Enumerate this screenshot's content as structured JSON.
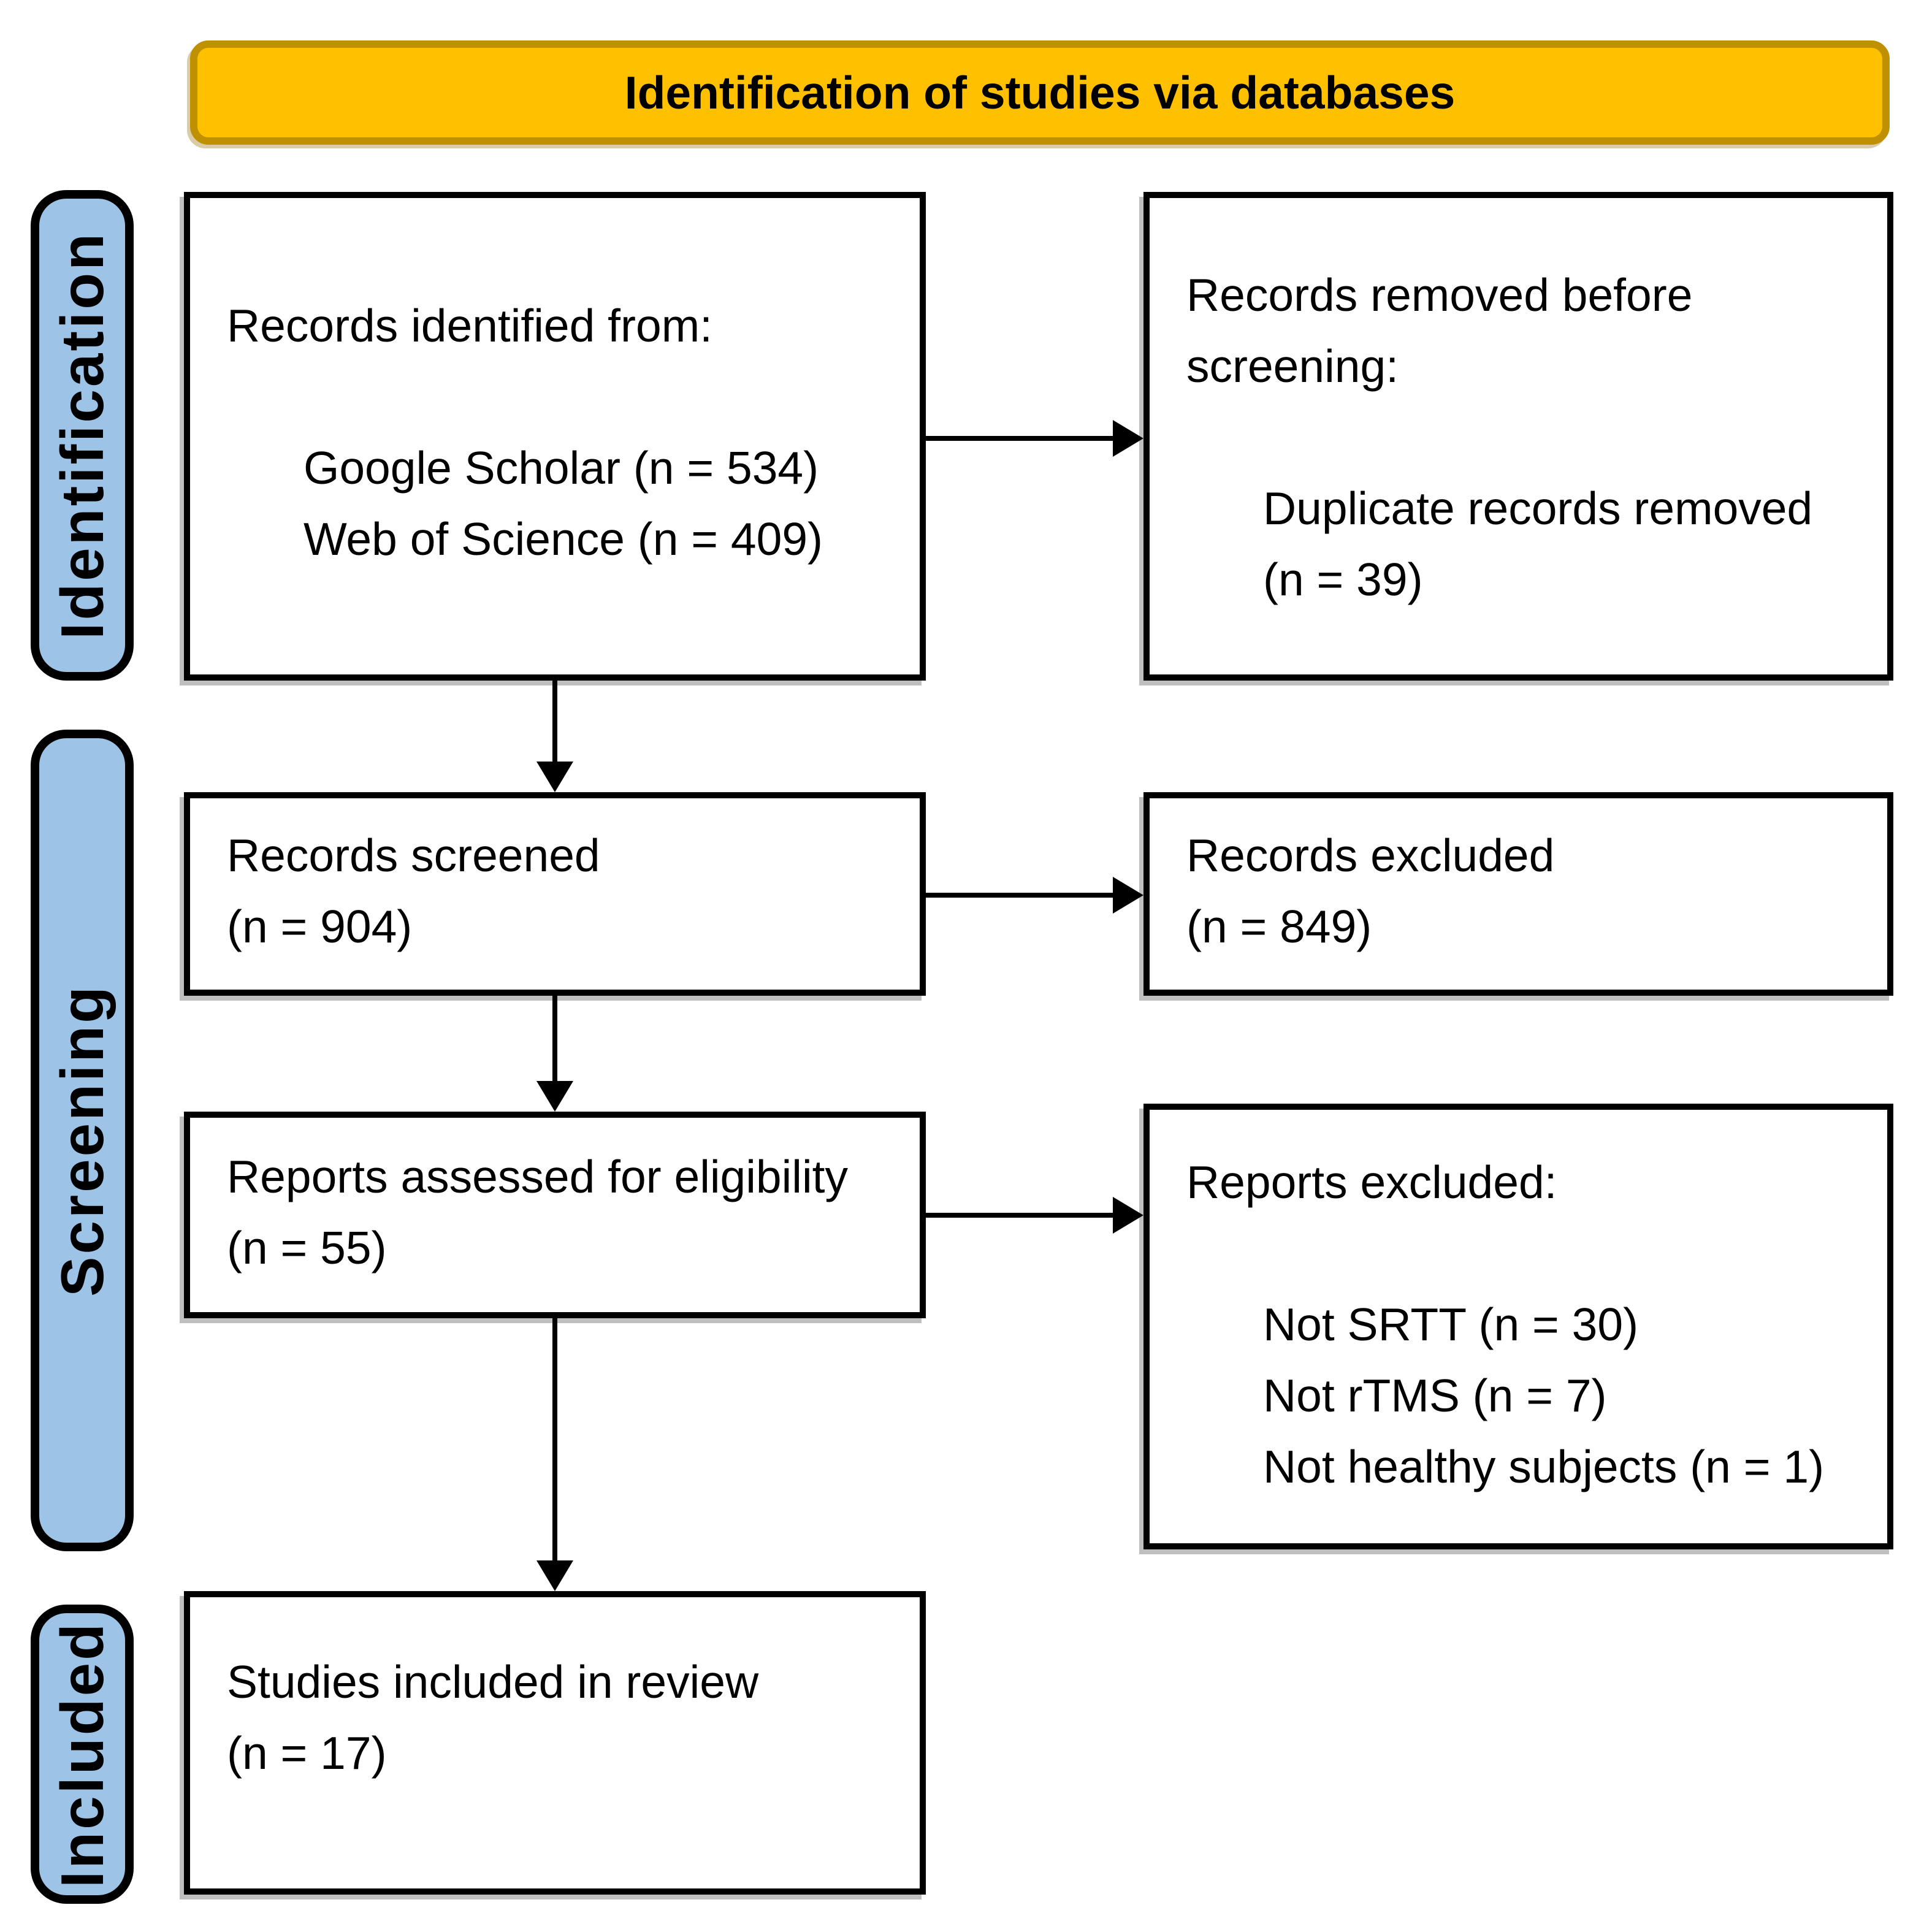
{
  "banner": {
    "label": "Identification of studies via databases"
  },
  "colors": {
    "banner_fill": "#FFC000",
    "banner_border": "#BF9000",
    "stage_fill": "#9DC3E6",
    "box_border": "#000000"
  },
  "stages": [
    {
      "label": "Identification"
    },
    {
      "label": "Screening"
    },
    {
      "label": "Included"
    }
  ],
  "boxes": {
    "records_identified": {
      "heading": "Records identified from:",
      "items": [
        "Google Scholar (n = 534)",
        "Web of Science (n = 409)"
      ]
    },
    "records_removed": {
      "h1_normal": "Records removed ",
      "h1_italic": "before",
      "h2_italic": "screening",
      "h2_normal": ":",
      "items": [
        "Duplicate records removed",
        "(n = 39)"
      ]
    },
    "records_screened": {
      "lines": [
        "Records screened",
        "(n = 904)"
      ]
    },
    "records_excluded": {
      "lines": [
        "Records excluded",
        "(n = 849)"
      ]
    },
    "reports_assessed": {
      "lines": [
        "Reports assessed for eligibility",
        "(n = 55)"
      ]
    },
    "reports_excluded": {
      "heading": "Reports excluded:",
      "items": [
        "Not SRTT (n = 30)",
        "Not rTMS (n = 7)",
        "Not healthy subjects (n = 1)"
      ]
    },
    "studies_included": {
      "lines": [
        "Studies included in review",
        "(n = 17)"
      ]
    }
  }
}
